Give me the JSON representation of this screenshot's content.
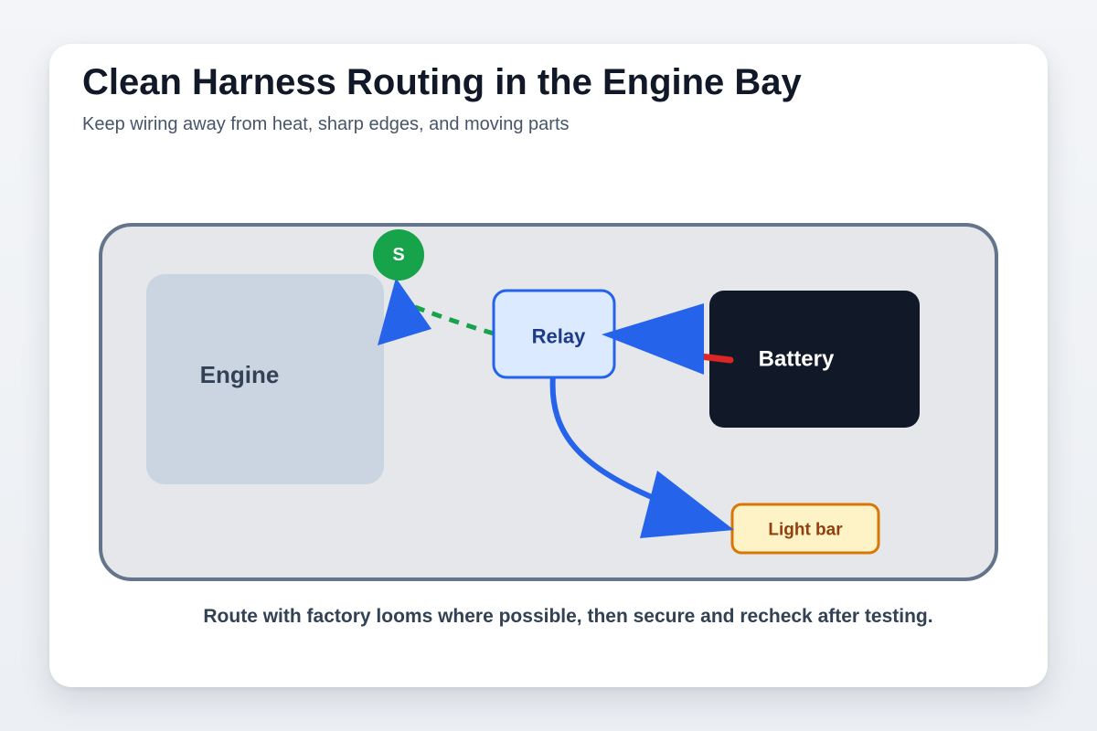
{
  "title": "Clean Harness Routing in the Engine Bay",
  "subtitle": "Keep wiring away from heat, sharp edges, and moving parts",
  "nodes": {
    "engine": "Engine",
    "relay": "Relay",
    "battery": "Battery",
    "light_bar": "Light bar",
    "switch_badge": "S"
  },
  "colors": {
    "bay_fill": "#e5e7eb",
    "bay_border": "#64748b",
    "engine_fill": "#cbd5e1",
    "relay_fill": "#dbeafe",
    "relay_border": "#2563eb",
    "battery_fill": "#111827",
    "light_bar_fill": "#fef3c7",
    "light_bar_border": "#d97706",
    "switch_fill": "#16a34a",
    "wire_main": "#2563eb",
    "wire_power": "#dc2626",
    "wire_switch": "#16a34a"
  },
  "footnote": "Route with factory looms where possible, then secure and recheck after testing."
}
